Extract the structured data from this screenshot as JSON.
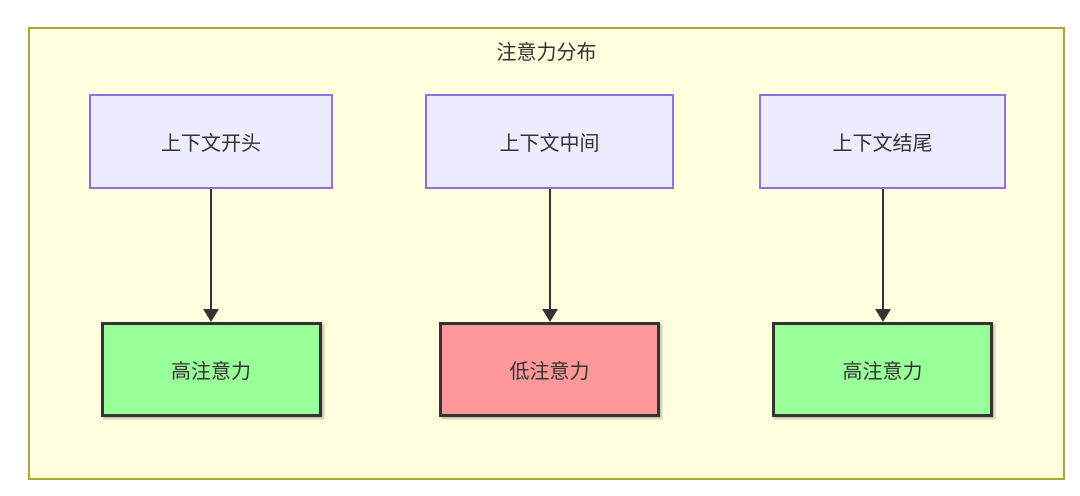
{
  "diagram": {
    "title": "注意力分布",
    "columns": [
      {
        "source": "上下文开头",
        "target": "高注意力",
        "target_type": "high"
      },
      {
        "source": "上下文中间",
        "target": "低注意力",
        "target_type": "low"
      },
      {
        "source": "上下文结尾",
        "target": "高注意力",
        "target_type": "high"
      }
    ],
    "colors": {
      "container_bg": "#ffffde",
      "container_border": "#aaaa33",
      "source_bg": "#ececff",
      "source_border": "#9370db",
      "high_bg": "#99ff99",
      "low_bg": "#ff9999",
      "target_border": "#333333",
      "arrow": "#333333",
      "text": "#333333"
    }
  }
}
